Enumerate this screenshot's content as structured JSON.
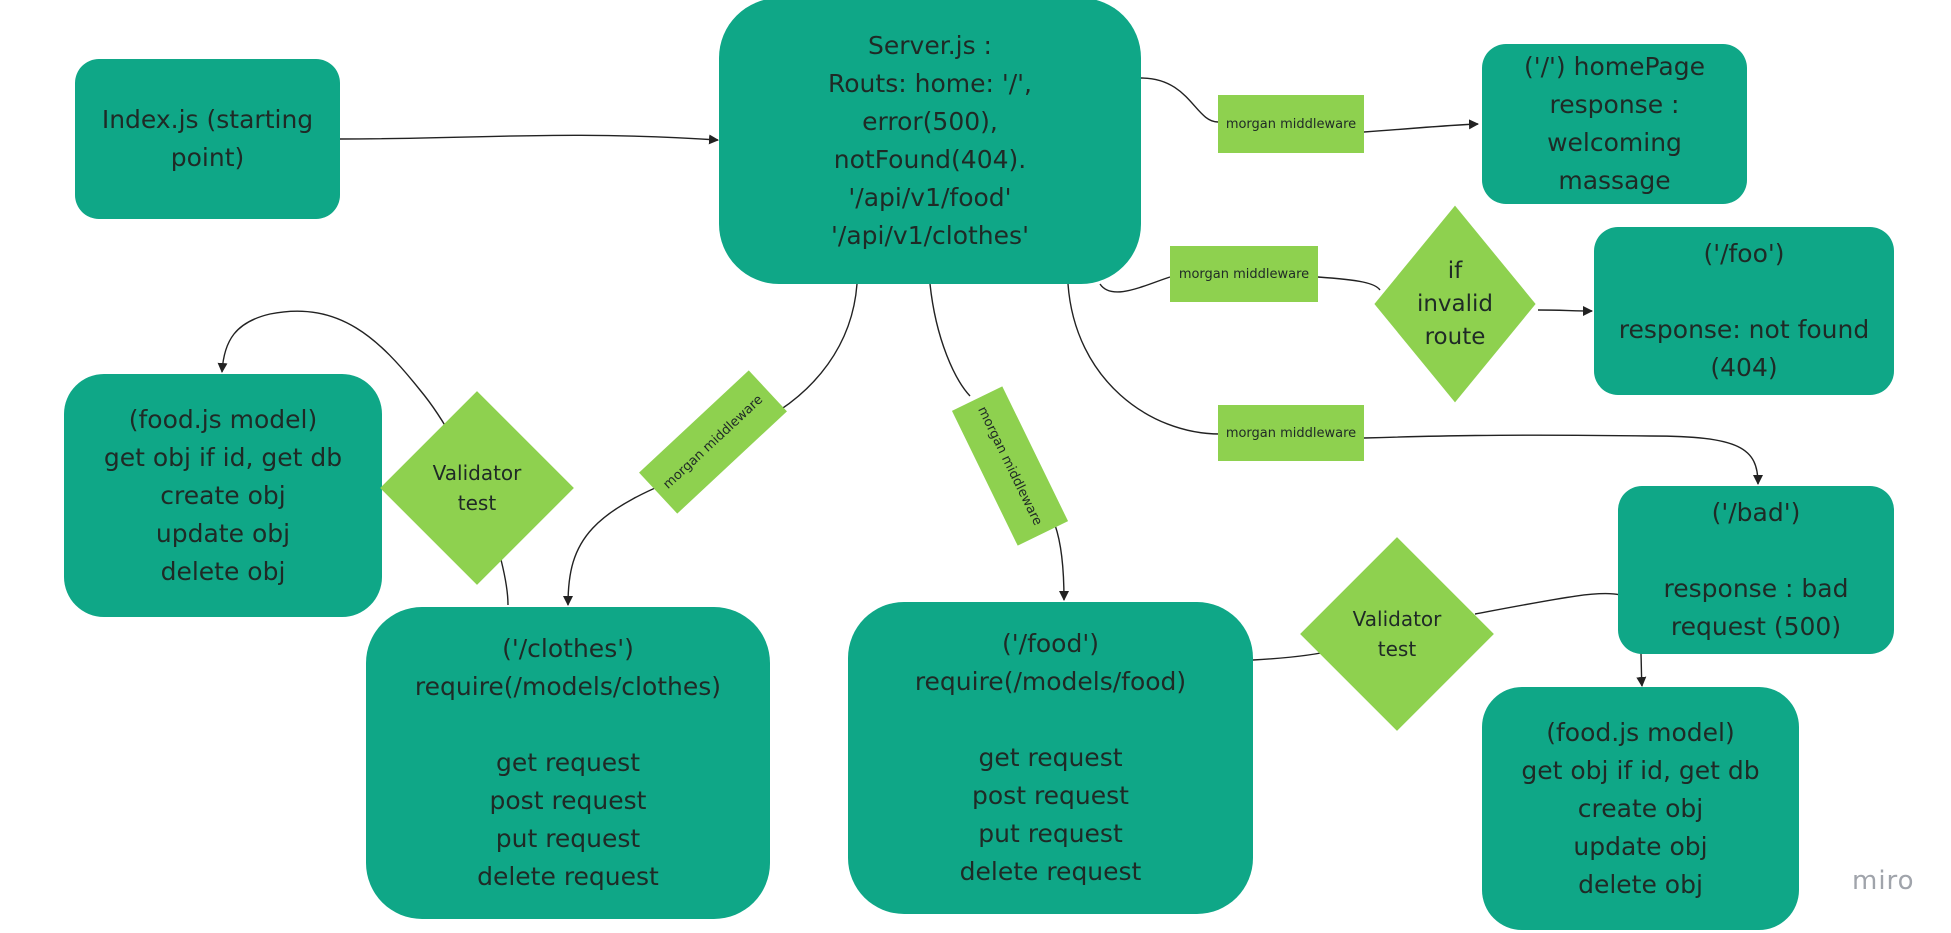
{
  "colors": {
    "node": "#0fa787",
    "label": "#8ed14f",
    "line": "#222222",
    "watermark": "#a0a4ab"
  },
  "nodes": {
    "index": {
      "text": "Index.js (starting\npoint)"
    },
    "server": {
      "text": "Server.js :\nRouts: home: '/',\nerror(500),\nnotFound(404).\n'/api/v1/food'\n'/api/v1/clothes'"
    },
    "homepage": {
      "text": "('/') homePage\nresponse :\nwelcoming\nmassage"
    },
    "foo": {
      "text": "('/foo')\n\nresponse: not found\n(404)"
    },
    "bad": {
      "text": "('/bad')\n\nresponse : bad\nrequest (500)"
    },
    "food_model_left": {
      "text": "(food.js model)\nget obj if id, get db\ncreate obj\nupdate obj\ndelete obj"
    },
    "clothes": {
      "text": "('/clothes')\nrequire(/models/clothes)\n\nget request\npost request\nput request\ndelete request"
    },
    "food": {
      "text": "('/food')\nrequire(/models/food)\n\nget request\npost request\nput request\ndelete request"
    },
    "food_model_right": {
      "text": "(food.js model)\nget obj if id, get db\ncreate obj\nupdate obj\ndelete obj"
    }
  },
  "labels": {
    "morgan_home": "morgan middleware",
    "morgan_foo": "morgan middleware",
    "morgan_bad": "morgan middleware",
    "morgan_clothes": "morgan middleware",
    "morgan_food": "morgan middleware"
  },
  "diamonds": {
    "invalid_route": "if\ninvalid\nroute",
    "validator_left": "Validator\ntest",
    "validator_right": "Validator\ntest"
  },
  "watermark": "miro"
}
